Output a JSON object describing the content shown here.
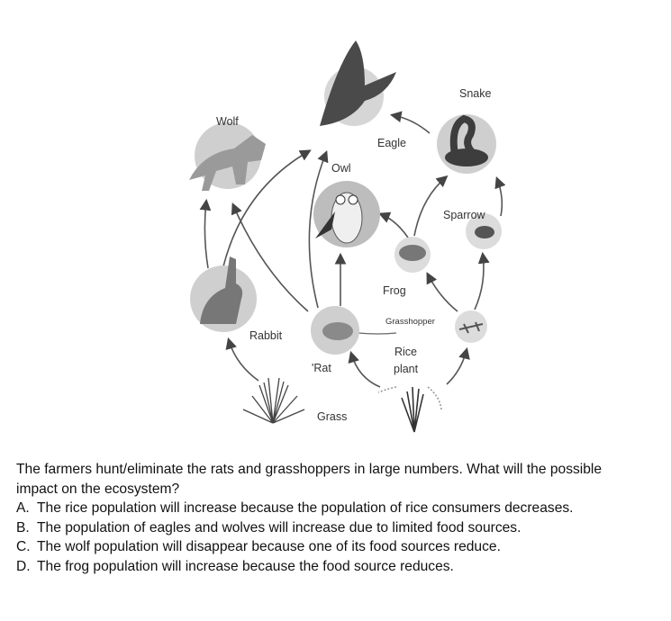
{
  "diagram": {
    "labels": {
      "wolf": "Wolf",
      "eagle": "Eagle",
      "snake": "Snake",
      "owl": "Owl",
      "sparrow": "Sparrow",
      "frog": "Frog",
      "grasshopper": "Grasshopper",
      "rabbit": "Rabbit",
      "rat": "'Rat",
      "rice_line1": "Rice",
      "rice_line2": "plant",
      "grass": "Grass"
    }
  },
  "question": {
    "stem_line1": "The farmers hunt/eliminate the rats and grasshoppers in large numbers. What will the possible",
    "stem_line2": "impact on the ecosystem?",
    "options": [
      {
        "letter": "A.",
        "text": "The rice population will increase because the population of rice consumers decreases."
      },
      {
        "letter": "B.",
        "text": "The population of eagles and wolves will increase due to limited food sources."
      },
      {
        "letter": "C.",
        "text": "The wolf population will disappear because one of its food sources reduce."
      },
      {
        "letter": "D.",
        "text": "The frog population will increase because the food source reduces."
      }
    ]
  }
}
